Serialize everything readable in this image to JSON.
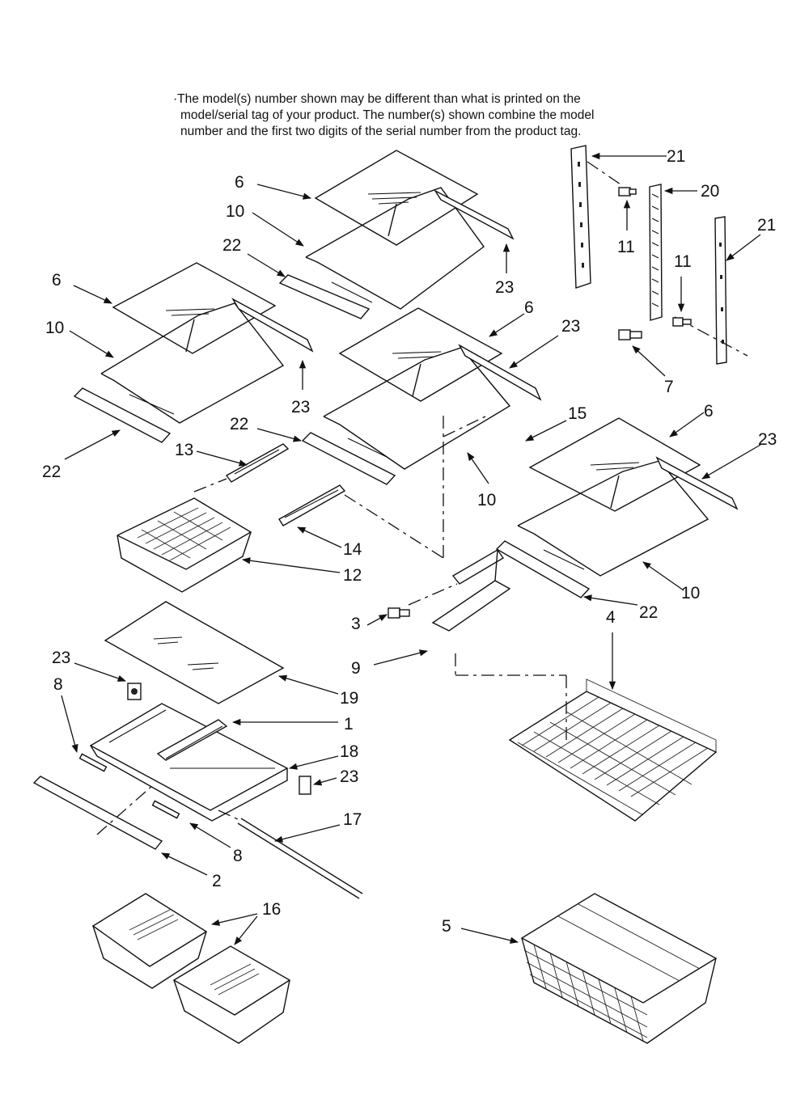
{
  "note": {
    "line1": "·The model(s) number shown may be different than what is printed on the",
    "line2": "model/serial tag of your product. The number(s) shown combine the model",
    "line3": "number and the first two digits of the serial number from the product tag."
  },
  "callouts": {
    "c1": "1",
    "c2": "2",
    "c3": "3",
    "c4": "4",
    "c5": "5",
    "c6a": "6",
    "c6b": "6",
    "c6c": "6",
    "c6d": "6",
    "c7": "7",
    "c8a": "8",
    "c8b": "8",
    "c9": "9",
    "c10a": "10",
    "c10b": "10",
    "c10c": "10",
    "c10d": "10",
    "c11a": "11",
    "c11b": "11",
    "c12": "12",
    "c13": "13",
    "c14": "14",
    "c15": "15",
    "c16": "16",
    "c17": "17",
    "c18": "18",
    "c19": "19",
    "c20": "20",
    "c21a": "21",
    "c21b": "21",
    "c22a": "22",
    "c22b": "22",
    "c22c": "22",
    "c22d": "22",
    "c23a": "23",
    "c23b": "23",
    "c23c": "23",
    "c23d": "23",
    "c23e": "23",
    "c23f": "23"
  }
}
